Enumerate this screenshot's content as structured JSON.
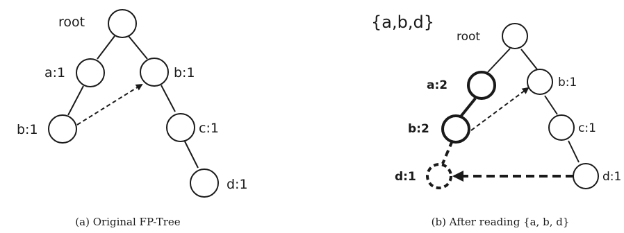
{
  "panel_a": {
    "caption": "(a)  Original FP-Tree",
    "nodes": {
      "root": "root",
      "a": "a:1",
      "b_left": "b:1",
      "b_right": "b:1",
      "c": "c:1",
      "d": "d:1"
    }
  },
  "panel_b": {
    "caption": "(b)  After reading {a, b, d}",
    "itemset": "{a,b,d}",
    "nodes": {
      "root": "root",
      "a": "a:2",
      "b_left": "b:2",
      "d_new": "d:1",
      "b_right": "b:1",
      "c": "c:1",
      "d": "d:1"
    }
  }
}
